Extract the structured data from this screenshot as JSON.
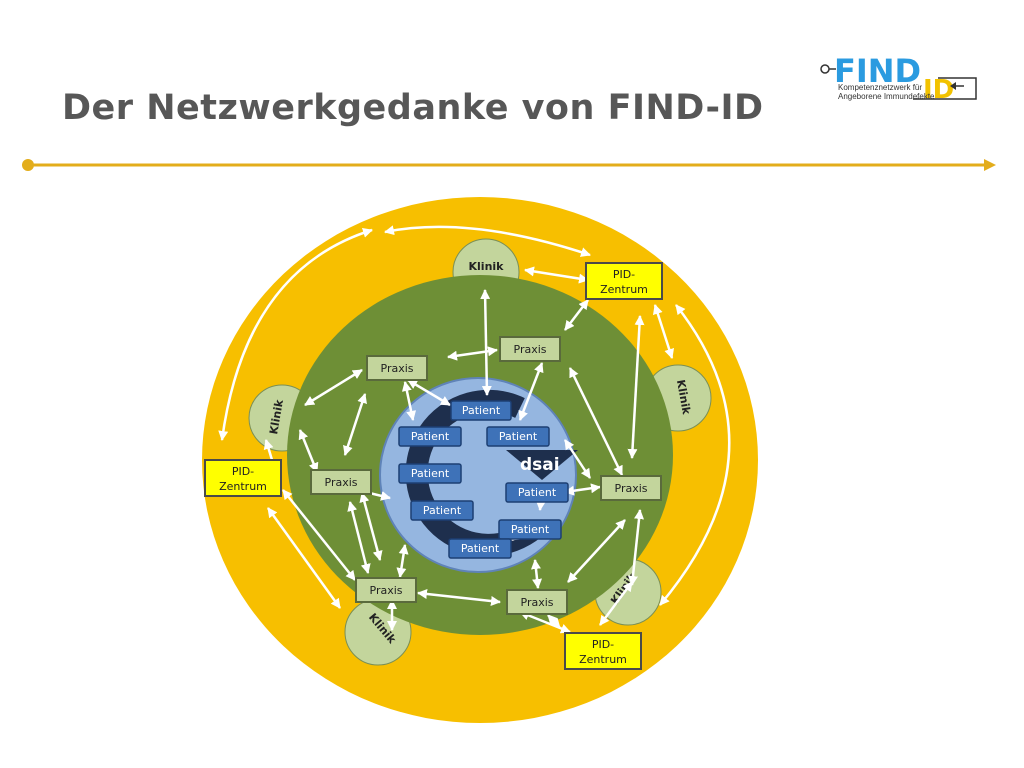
{
  "slide": {
    "title": "Der Netzwerkgedanke von FIND-ID",
    "accent": "#e3ad1b"
  },
  "logo": {
    "find_text": "FIND",
    "id_text": "ID",
    "tagline_1": "Kompetenznetzwerk für",
    "tagline_2": "Angeborene Immundefekte",
    "blue": "#2b9be0",
    "yellow": "#f2c200"
  },
  "diagram": {
    "colors": {
      "outer_ring": "#f7bf00",
      "middle_ring": "#6e8f36",
      "inner_disc": "#95b6e0",
      "patient_box": "#3e72b8",
      "praxis_box": "#c3d59c",
      "pid_box": "#ffff00",
      "klinik_bubble": "#c3d59c"
    },
    "center_label": "dsai",
    "patients": [
      "Patient",
      "Patient",
      "Patient",
      "Patient",
      "Patient",
      "Patient",
      "Patient",
      "Patient"
    ],
    "praxis": [
      "Praxis",
      "Praxis",
      "Praxis",
      "Praxis",
      "Praxis",
      "Praxis"
    ],
    "kliniken": [
      "Klinik",
      "Klinik",
      "Klinik",
      "Klinik",
      "Klinik"
    ],
    "pid_zentren": [
      {
        "line1": "PID-",
        "line2": "Zentrum"
      },
      {
        "line1": "PID-",
        "line2": "Zentrum"
      },
      {
        "line1": "PID-",
        "line2": "Zentrum"
      }
    ]
  }
}
